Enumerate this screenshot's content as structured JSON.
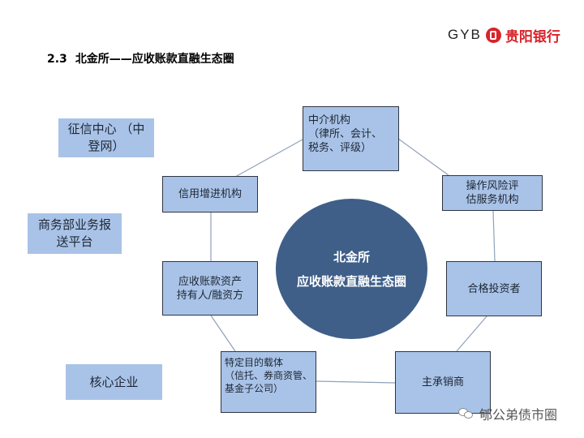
{
  "logo": {
    "latin": "GYB",
    "chinese": "贵阳银行"
  },
  "title": {
    "number": "2.3",
    "text": "北金所——应收账款直融生态圈"
  },
  "center": {
    "line1": "北金所",
    "line2": "应收账款直融生态圈"
  },
  "nodes": {
    "intermediary": "中介机构\n（律所、会计、\n税务、评级）",
    "credit_enhancement": "信用增进机构",
    "risk_assessment": "操作风险评\n估服务机构",
    "asset_holder": "应收账款资产\n持有人/融资方",
    "qualified_investor": "合格投资者",
    "spv": "特定目的载体\n（信托、券商资管、\n基金子公司）",
    "underwriter": "主承销商"
  },
  "side_boxes": {
    "credit_center": "征信中心 （中\n登网）",
    "mofcom_platform": "商务部业务报\n送平台",
    "core_enterprise": "核心企业"
  },
  "watermark": "郇公弟债市圈",
  "colors": {
    "box_fill": "#a9c3e8",
    "center_fill": "#3f5f89",
    "connector": "#8fa1b8",
    "logo_red": "#d8232a"
  }
}
